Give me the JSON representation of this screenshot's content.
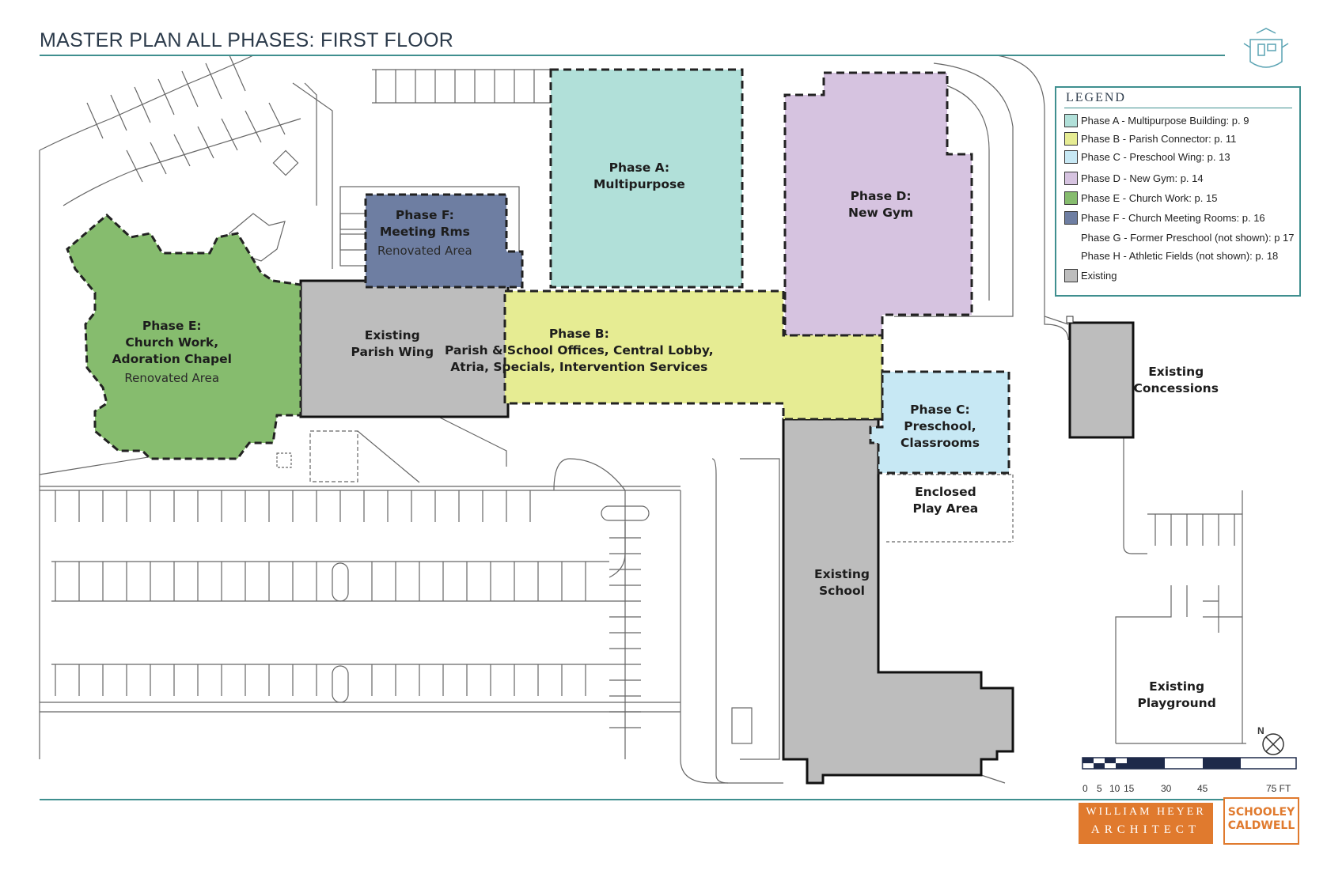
{
  "header": {
    "title": "MASTER PLAN ALL PHASES: FIRST FLOOR"
  },
  "colors": {
    "phase_a": "#b1e0d9",
    "phase_b": "#e6ec93",
    "phase_c": "#c7e8f4",
    "phase_d": "#d6c3e0",
    "phase_e": "#86bc6e",
    "phase_f": "#6e7ea2",
    "existing": "#bdbdbd",
    "accent": "#3f8f8f",
    "logo_orange": "#e07a2e"
  },
  "areas": {
    "phase_a": {
      "line1": "Phase A:",
      "line2": "Multipurpose"
    },
    "phase_b": {
      "line1": "Phase B:",
      "line2": "Parish & School Offices, Central Lobby,",
      "line3": "Atria, Specials, Intervention Services"
    },
    "phase_c": {
      "line1": "Phase C:",
      "line2": "Preschool,",
      "line3": "Classrooms"
    },
    "phase_d": {
      "line1": "Phase D:",
      "line2": "New Gym"
    },
    "phase_e": {
      "line1": "Phase E:",
      "line2": "Church Work,",
      "line3": "Adoration Chapel",
      "note": "Renovated Area"
    },
    "phase_f": {
      "line1": "Phase F:",
      "line2": "Meeting Rms",
      "note": "Renovated Area"
    },
    "existing_parish_wing": {
      "line1": "Existing",
      "line2": "Parish Wing"
    },
    "existing_school": {
      "line1": "Existing",
      "line2": "School"
    },
    "existing_concessions": {
      "line1": "Existing",
      "line2": "Concessions"
    },
    "existing_playground": {
      "line1": "Existing",
      "line2": "Playground"
    },
    "enclosed_play_area": {
      "line1": "Enclosed",
      "line2": "Play Area"
    }
  },
  "legend": {
    "title": "LEGEND",
    "items": [
      {
        "label": "Phase A - Multipurpose Building: p. 9"
      },
      {
        "label": "Phase B - Parish Connector: p. 11"
      },
      {
        "label": "Phase C -  Preschool Wing: p. 13"
      },
      {
        "label": "Phase D - New Gym: p. 14"
      },
      {
        "label": "Phase E - Church Work: p. 15"
      },
      {
        "label": "Phase F - Church Meeting Rooms: p. 16"
      },
      {
        "label": "Phase G - Former Preschool (not shown): p 17"
      },
      {
        "label": "Phase H - Athletic Fields (not shown): p. 18"
      },
      {
        "label": "Existing"
      }
    ]
  },
  "scale": {
    "ticks": [
      "0",
      "5",
      "10",
      "15",
      "30",
      "45",
      "75 FT"
    ]
  },
  "north": {
    "label": "N"
  },
  "logos": {
    "architect_line1": "WILLIAM HEYER",
    "architect_line2": "ARCHITECT",
    "partner_line1": "SCHOOLEY",
    "partner_line2": "CALDWELL"
  }
}
